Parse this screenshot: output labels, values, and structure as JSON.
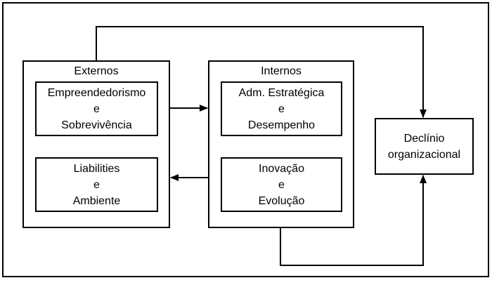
{
  "colors": {
    "line": "#000000",
    "background": "#ffffff",
    "text": "#000000"
  },
  "diagram": {
    "groups": [
      {
        "title": "Externos",
        "boxes": [
          {
            "lines": [
              "Empreendedorismo",
              "e",
              "Sobrevivência"
            ]
          },
          {
            "lines": [
              "Liabilities",
              "e",
              "Ambiente"
            ]
          }
        ]
      },
      {
        "title": "Internos",
        "boxes": [
          {
            "lines": [
              "Adm. Estratégica",
              "e",
              "Desempenho"
            ]
          },
          {
            "lines": [
              "Inovação",
              "e",
              "Evolução"
            ]
          }
        ]
      }
    ],
    "outcome": {
      "lines": [
        "Declínio",
        "organizacional"
      ]
    },
    "connections": [
      {
        "from": "Externos",
        "to": "Internos",
        "type": "arrow"
      },
      {
        "from": "Internos",
        "to": "Externos",
        "type": "arrow"
      },
      {
        "from": "Externos",
        "to": "Declínio organizacional",
        "type": "arrow"
      },
      {
        "from": "Internos",
        "to": "Declínio organizacional",
        "type": "arrow"
      }
    ]
  }
}
